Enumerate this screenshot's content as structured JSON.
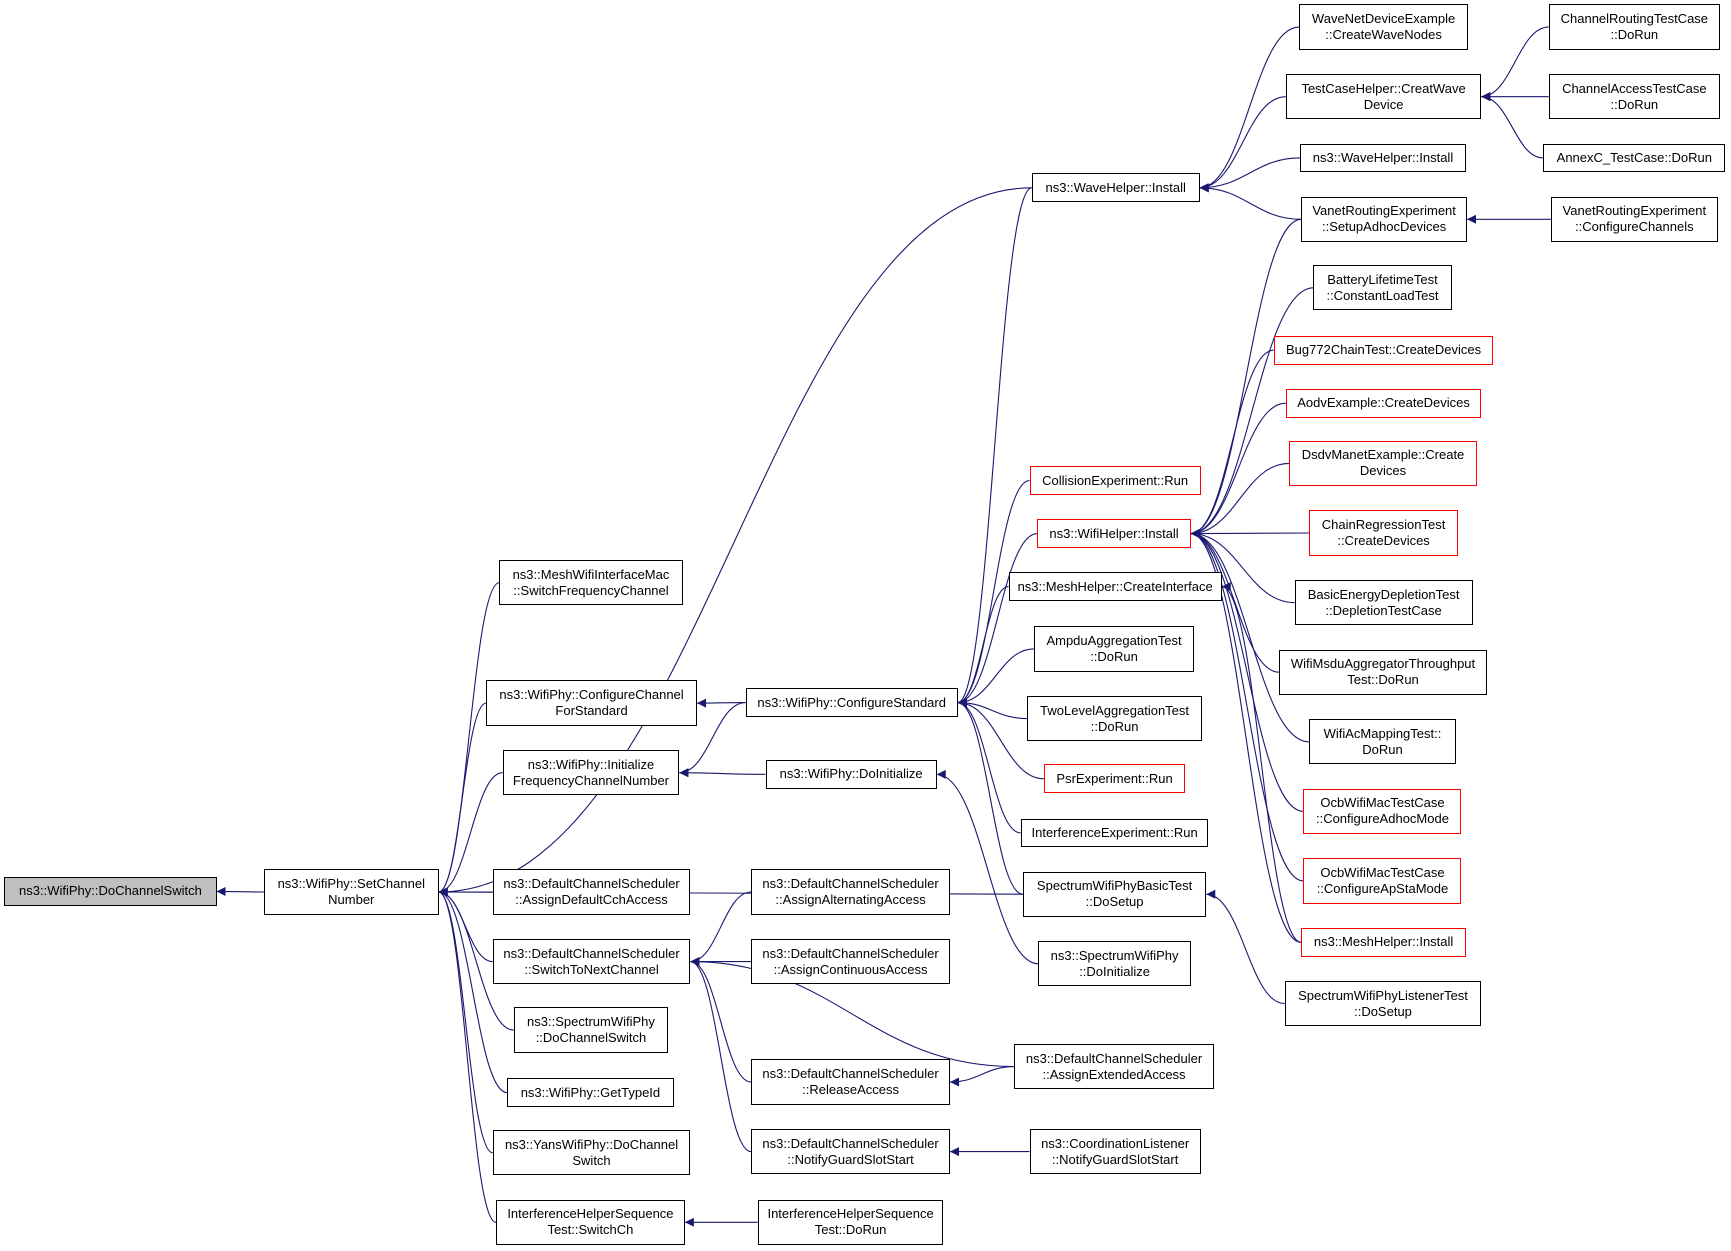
{
  "colors": {
    "edge": "#191970",
    "node_border": "#000000",
    "node_border_incomplete": "#ff0000",
    "current_fill": "#bfbfbf"
  },
  "nodes": {
    "n0": {
      "lines": [
        "ns3::WifiPhy::DoChannelSwitch"
      ],
      "style": "current"
    },
    "n1": {
      "lines": [
        "ns3::WifiPhy::SetChannel",
        "Number"
      ],
      "style": "normal"
    },
    "n2": {
      "lines": [
        "ns3::MeshWifiInterfaceMac",
        "::SwitchFrequencyChannel"
      ],
      "style": "normal"
    },
    "n3": {
      "lines": [
        "ns3::WifiPhy::ConfigureChannel",
        "ForStandard"
      ],
      "style": "normal"
    },
    "n4": {
      "lines": [
        "ns3::WifiPhy::Initialize",
        "FrequencyChannelNumber"
      ],
      "style": "normal"
    },
    "n5": {
      "lines": [
        "ns3::DefaultChannelScheduler",
        "::AssignDefaultCchAccess"
      ],
      "style": "normal"
    },
    "n6": {
      "lines": [
        "ns3::DefaultChannelScheduler",
        "::SwitchToNextChannel"
      ],
      "style": "normal"
    },
    "n7": {
      "lines": [
        "ns3::SpectrumWifiPhy",
        "::DoChannelSwitch"
      ],
      "style": "normal"
    },
    "n8": {
      "lines": [
        "ns3::WifiPhy::GetTypeId"
      ],
      "style": "normal"
    },
    "n9": {
      "lines": [
        "ns3::YansWifiPhy::DoChannel",
        "Switch"
      ],
      "style": "normal"
    },
    "n10": {
      "lines": [
        "InterferenceHelperSequence",
        "Test::SwitchCh"
      ],
      "style": "normal"
    },
    "n11": {
      "lines": [
        "ns3::WifiPhy::ConfigureStandard"
      ],
      "style": "normal"
    },
    "n12": {
      "lines": [
        "ns3::WifiPhy::DoInitialize"
      ],
      "style": "normal"
    },
    "n13": {
      "lines": [
        "ns3::DefaultChannelScheduler",
        "::AssignAlternatingAccess"
      ],
      "style": "normal"
    },
    "n14": {
      "lines": [
        "ns3::DefaultChannelScheduler",
        "::AssignContinuousAccess"
      ],
      "style": "normal"
    },
    "n15": {
      "lines": [
        "ns3::DefaultChannelScheduler",
        "::ReleaseAccess"
      ],
      "style": "normal"
    },
    "n16": {
      "lines": [
        "ns3::DefaultChannelScheduler",
        "::NotifyGuardSlotStart"
      ],
      "style": "normal"
    },
    "n17": {
      "lines": [
        "InterferenceHelperSequence",
        "Test::DoRun"
      ],
      "style": "normal"
    },
    "n18": {
      "lines": [
        "ns3::WaveHelper::Install"
      ],
      "style": "normal"
    },
    "n19": {
      "lines": [
        "CollisionExperiment::Run"
      ],
      "style": "incomplete"
    },
    "n20": {
      "lines": [
        "ns3::WifiHelper::Install"
      ],
      "style": "incomplete"
    },
    "n21": {
      "lines": [
        "ns3::MeshHelper::CreateInterface"
      ],
      "style": "normal"
    },
    "n22": {
      "lines": [
        "AmpduAggregationTest",
        "::DoRun"
      ],
      "style": "normal"
    },
    "n23": {
      "lines": [
        "TwoLevelAggregationTest",
        "::DoRun"
      ],
      "style": "normal"
    },
    "n24": {
      "lines": [
        "PsrExperiment::Run"
      ],
      "style": "incomplete"
    },
    "n25": {
      "lines": [
        "InterferenceExperiment::Run"
      ],
      "style": "normal"
    },
    "n26": {
      "lines": [
        "SpectrumWifiPhyBasicTest",
        "::DoSetup"
      ],
      "style": "normal"
    },
    "n27": {
      "lines": [
        "ns3::SpectrumWifiPhy",
        "::DoInitialize"
      ],
      "style": "normal"
    },
    "n28": {
      "lines": [
        "ns3::DefaultChannelScheduler",
        "::AssignExtendedAccess"
      ],
      "style": "normal"
    },
    "n29": {
      "lines": [
        "ns3::CoordinationListener",
        "::NotifyGuardSlotStart"
      ],
      "style": "normal"
    },
    "n30": {
      "lines": [
        "WaveNetDeviceExample",
        "::CreateWaveNodes"
      ],
      "style": "normal"
    },
    "n31": {
      "lines": [
        "TestCaseHelper::CreatWave",
        "Device"
      ],
      "style": "normal"
    },
    "n32": {
      "lines": [
        "ns3::WaveHelper::Install"
      ],
      "style": "normal"
    },
    "n33": {
      "lines": [
        "VanetRoutingExperiment",
        "::SetupAdhocDevices"
      ],
      "style": "normal"
    },
    "n34": {
      "lines": [
        "BatteryLifetimeTest",
        "::ConstantLoadTest"
      ],
      "style": "normal"
    },
    "n35": {
      "lines": [
        "Bug772ChainTest::CreateDevices"
      ],
      "style": "incomplete"
    },
    "n36": {
      "lines": [
        "AodvExample::CreateDevices"
      ],
      "style": "incomplete"
    },
    "n37": {
      "lines": [
        "DsdvManetExample::Create",
        "Devices"
      ],
      "style": "incomplete"
    },
    "n38": {
      "lines": [
        "ChainRegressionTest",
        "::CreateDevices"
      ],
      "style": "incomplete"
    },
    "n39": {
      "lines": [
        "BasicEnergyDepletionTest",
        "::DepletionTestCase"
      ],
      "style": "normal"
    },
    "n40": {
      "lines": [
        "WifiMsduAggregatorThroughput",
        "Test::DoRun"
      ],
      "style": "normal"
    },
    "n41": {
      "lines": [
        "WifiAcMappingTest::",
        "DoRun"
      ],
      "style": "normal"
    },
    "n42": {
      "lines": [
        "OcbWifiMacTestCase",
        "::ConfigureAdhocMode"
      ],
      "style": "incomplete"
    },
    "n43": {
      "lines": [
        "OcbWifiMacTestCase",
        "::ConfigureApStaMode"
      ],
      "style": "incomplete"
    },
    "n44": {
      "lines": [
        "ns3::MeshHelper::Install"
      ],
      "style": "incomplete"
    },
    "n45": {
      "lines": [
        "SpectrumWifiPhyListenerTest",
        "::DoSetup"
      ],
      "style": "normal"
    },
    "n46": {
      "lines": [
        "ChannelRoutingTestCase",
        "::DoRun"
      ],
      "style": "normal"
    },
    "n47": {
      "lines": [
        "ChannelAccessTestCase",
        "::DoRun"
      ],
      "style": "normal"
    },
    "n48": {
      "lines": [
        "AnnexC_TestCase::DoRun"
      ],
      "style": "normal"
    },
    "n49": {
      "lines": [
        "VanetRoutingExperiment",
        "::ConfigureChannels"
      ],
      "style": "normal"
    }
  },
  "edges": [
    [
      "n1",
      "n0"
    ],
    [
      "n2",
      "n1"
    ],
    [
      "n3",
      "n1"
    ],
    [
      "n4",
      "n1"
    ],
    [
      "n5",
      "n1"
    ],
    [
      "n6",
      "n1"
    ],
    [
      "n7",
      "n1"
    ],
    [
      "n8",
      "n1"
    ],
    [
      "n9",
      "n1"
    ],
    [
      "n10",
      "n1"
    ],
    [
      "n18",
      "n1"
    ],
    [
      "n26",
      "n1"
    ],
    [
      "n11",
      "n3"
    ],
    [
      "n11",
      "n4"
    ],
    [
      "n12",
      "n4"
    ],
    [
      "n13",
      "n6"
    ],
    [
      "n14",
      "n6"
    ],
    [
      "n15",
      "n6"
    ],
    [
      "n16",
      "n6"
    ],
    [
      "n28",
      "n6"
    ],
    [
      "n17",
      "n10"
    ],
    [
      "n18",
      "n11"
    ],
    [
      "n19",
      "n11"
    ],
    [
      "n20",
      "n11"
    ],
    [
      "n21",
      "n11"
    ],
    [
      "n22",
      "n11"
    ],
    [
      "n23",
      "n11"
    ],
    [
      "n24",
      "n11"
    ],
    [
      "n25",
      "n11"
    ],
    [
      "n26",
      "n11"
    ],
    [
      "n27",
      "n12"
    ],
    [
      "n28",
      "n15"
    ],
    [
      "n29",
      "n16"
    ],
    [
      "n30",
      "n18"
    ],
    [
      "n31",
      "n18"
    ],
    [
      "n32",
      "n18"
    ],
    [
      "n33",
      "n18"
    ],
    [
      "n33",
      "n20"
    ],
    [
      "n34",
      "n20"
    ],
    [
      "n35",
      "n20"
    ],
    [
      "n36",
      "n20"
    ],
    [
      "n37",
      "n20"
    ],
    [
      "n38",
      "n20"
    ],
    [
      "n39",
      "n20"
    ],
    [
      "n40",
      "n20"
    ],
    [
      "n41",
      "n20"
    ],
    [
      "n42",
      "n20"
    ],
    [
      "n43",
      "n20"
    ],
    [
      "n44",
      "n20"
    ],
    [
      "n44",
      "n21"
    ],
    [
      "n45",
      "n26"
    ],
    [
      "n46",
      "n31"
    ],
    [
      "n47",
      "n31"
    ],
    [
      "n48",
      "n31"
    ],
    [
      "n49",
      "n33"
    ]
  ]
}
